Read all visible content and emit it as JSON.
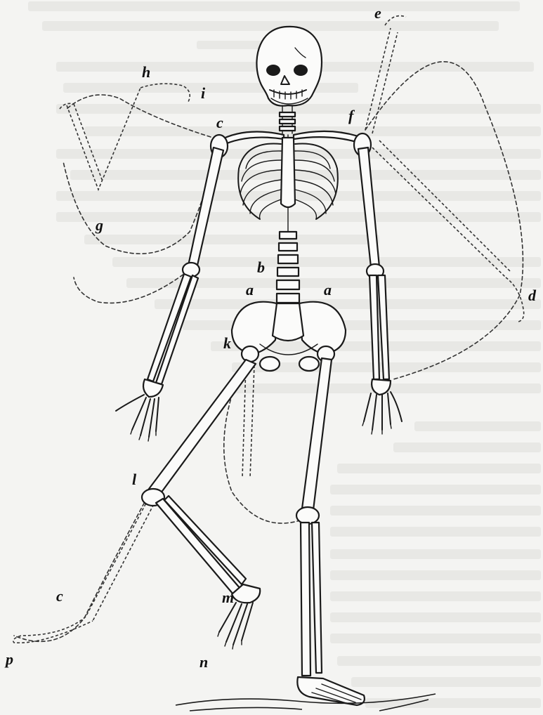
{
  "figure": {
    "labels": {
      "a_left": "a",
      "a_right": "a",
      "b": "b",
      "c_shoulder": "c",
      "c_ankle": "c",
      "d": "d",
      "e": "e",
      "f": "f",
      "g": "g",
      "h": "h",
      "i": "i",
      "k": "k",
      "l": "l",
      "m": "m",
      "n": "n",
      "p": "p"
    }
  }
}
